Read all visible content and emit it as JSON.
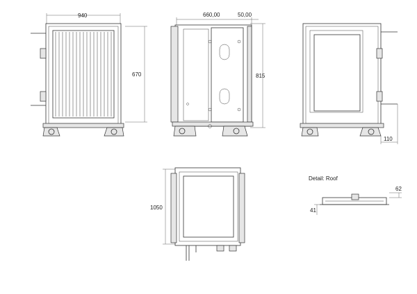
{
  "dimensions": {
    "front_width": "940",
    "front_height": "670",
    "side_depth": "660,00",
    "side_offset": "50,00",
    "side_height": "815",
    "back_extension": "110",
    "top_length": "1050",
    "roof_height": "62",
    "roof_base": "41"
  },
  "labels": {
    "detail_roof": "Detail: Roof"
  }
}
